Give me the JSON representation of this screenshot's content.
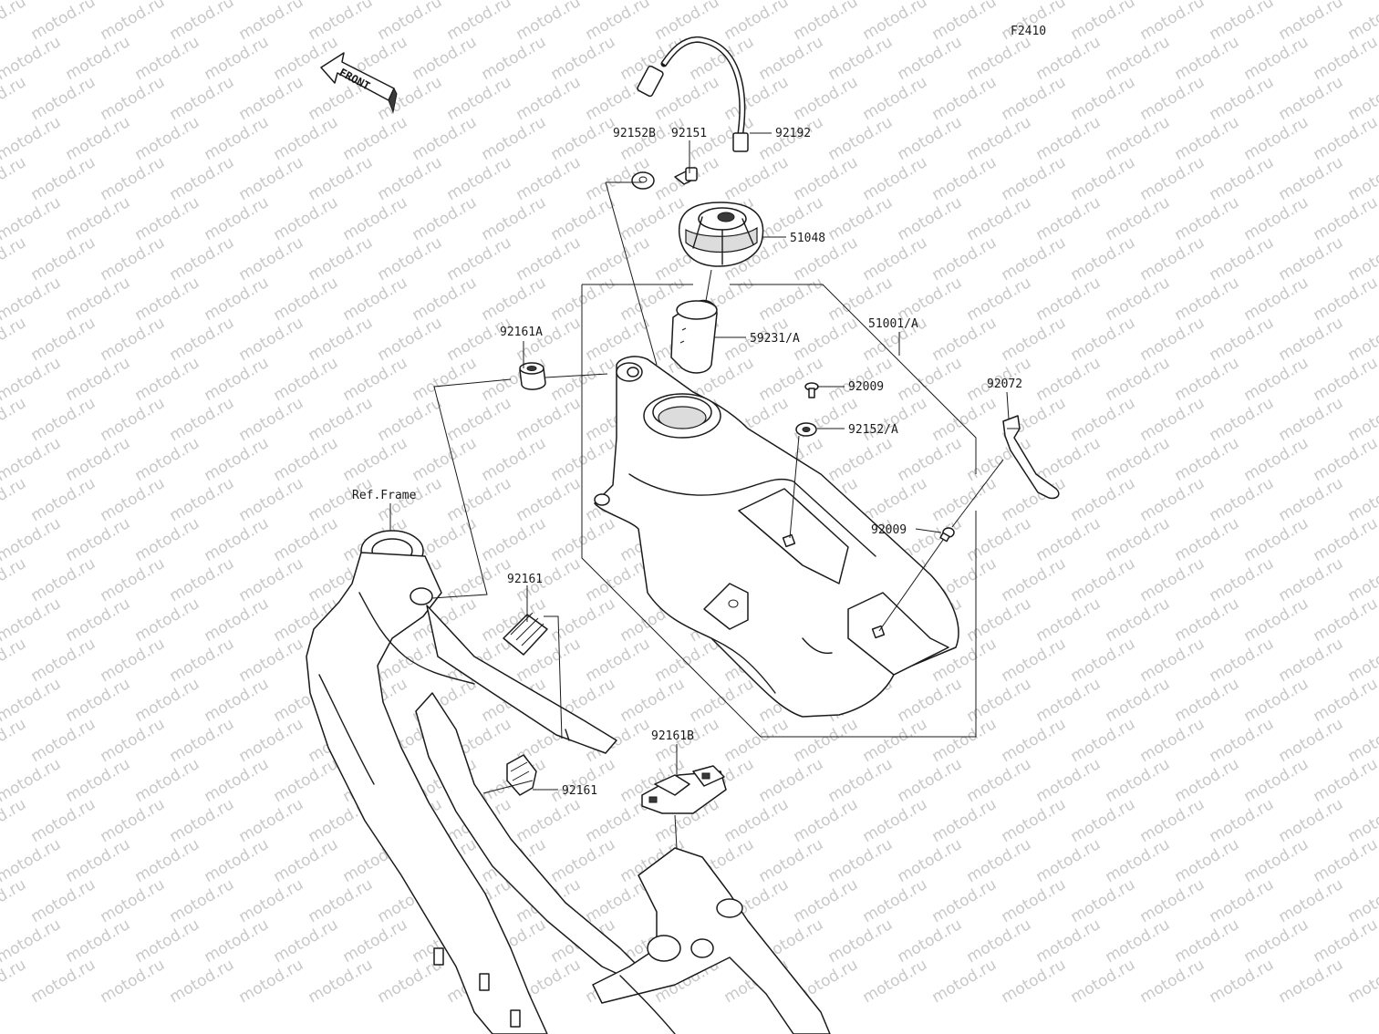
{
  "figure_code": "F2410",
  "front_arrow_label": "FRONT",
  "watermark_text": "motod.ru",
  "ref_label": "Ref.Frame",
  "part_labels": {
    "p92152B": "92152B",
    "p92151": "92151",
    "p92192": "92192",
    "p51048": "51048",
    "p51001A": "51001/A",
    "p59231A": "59231/A",
    "p92161A": "92161A",
    "p92009a": "92009",
    "p92152A": "92152/A",
    "p92072": "92072",
    "p92009b": "92009",
    "p92161a": "92161",
    "p92161b": "92161",
    "p92161B": "92161B"
  }
}
